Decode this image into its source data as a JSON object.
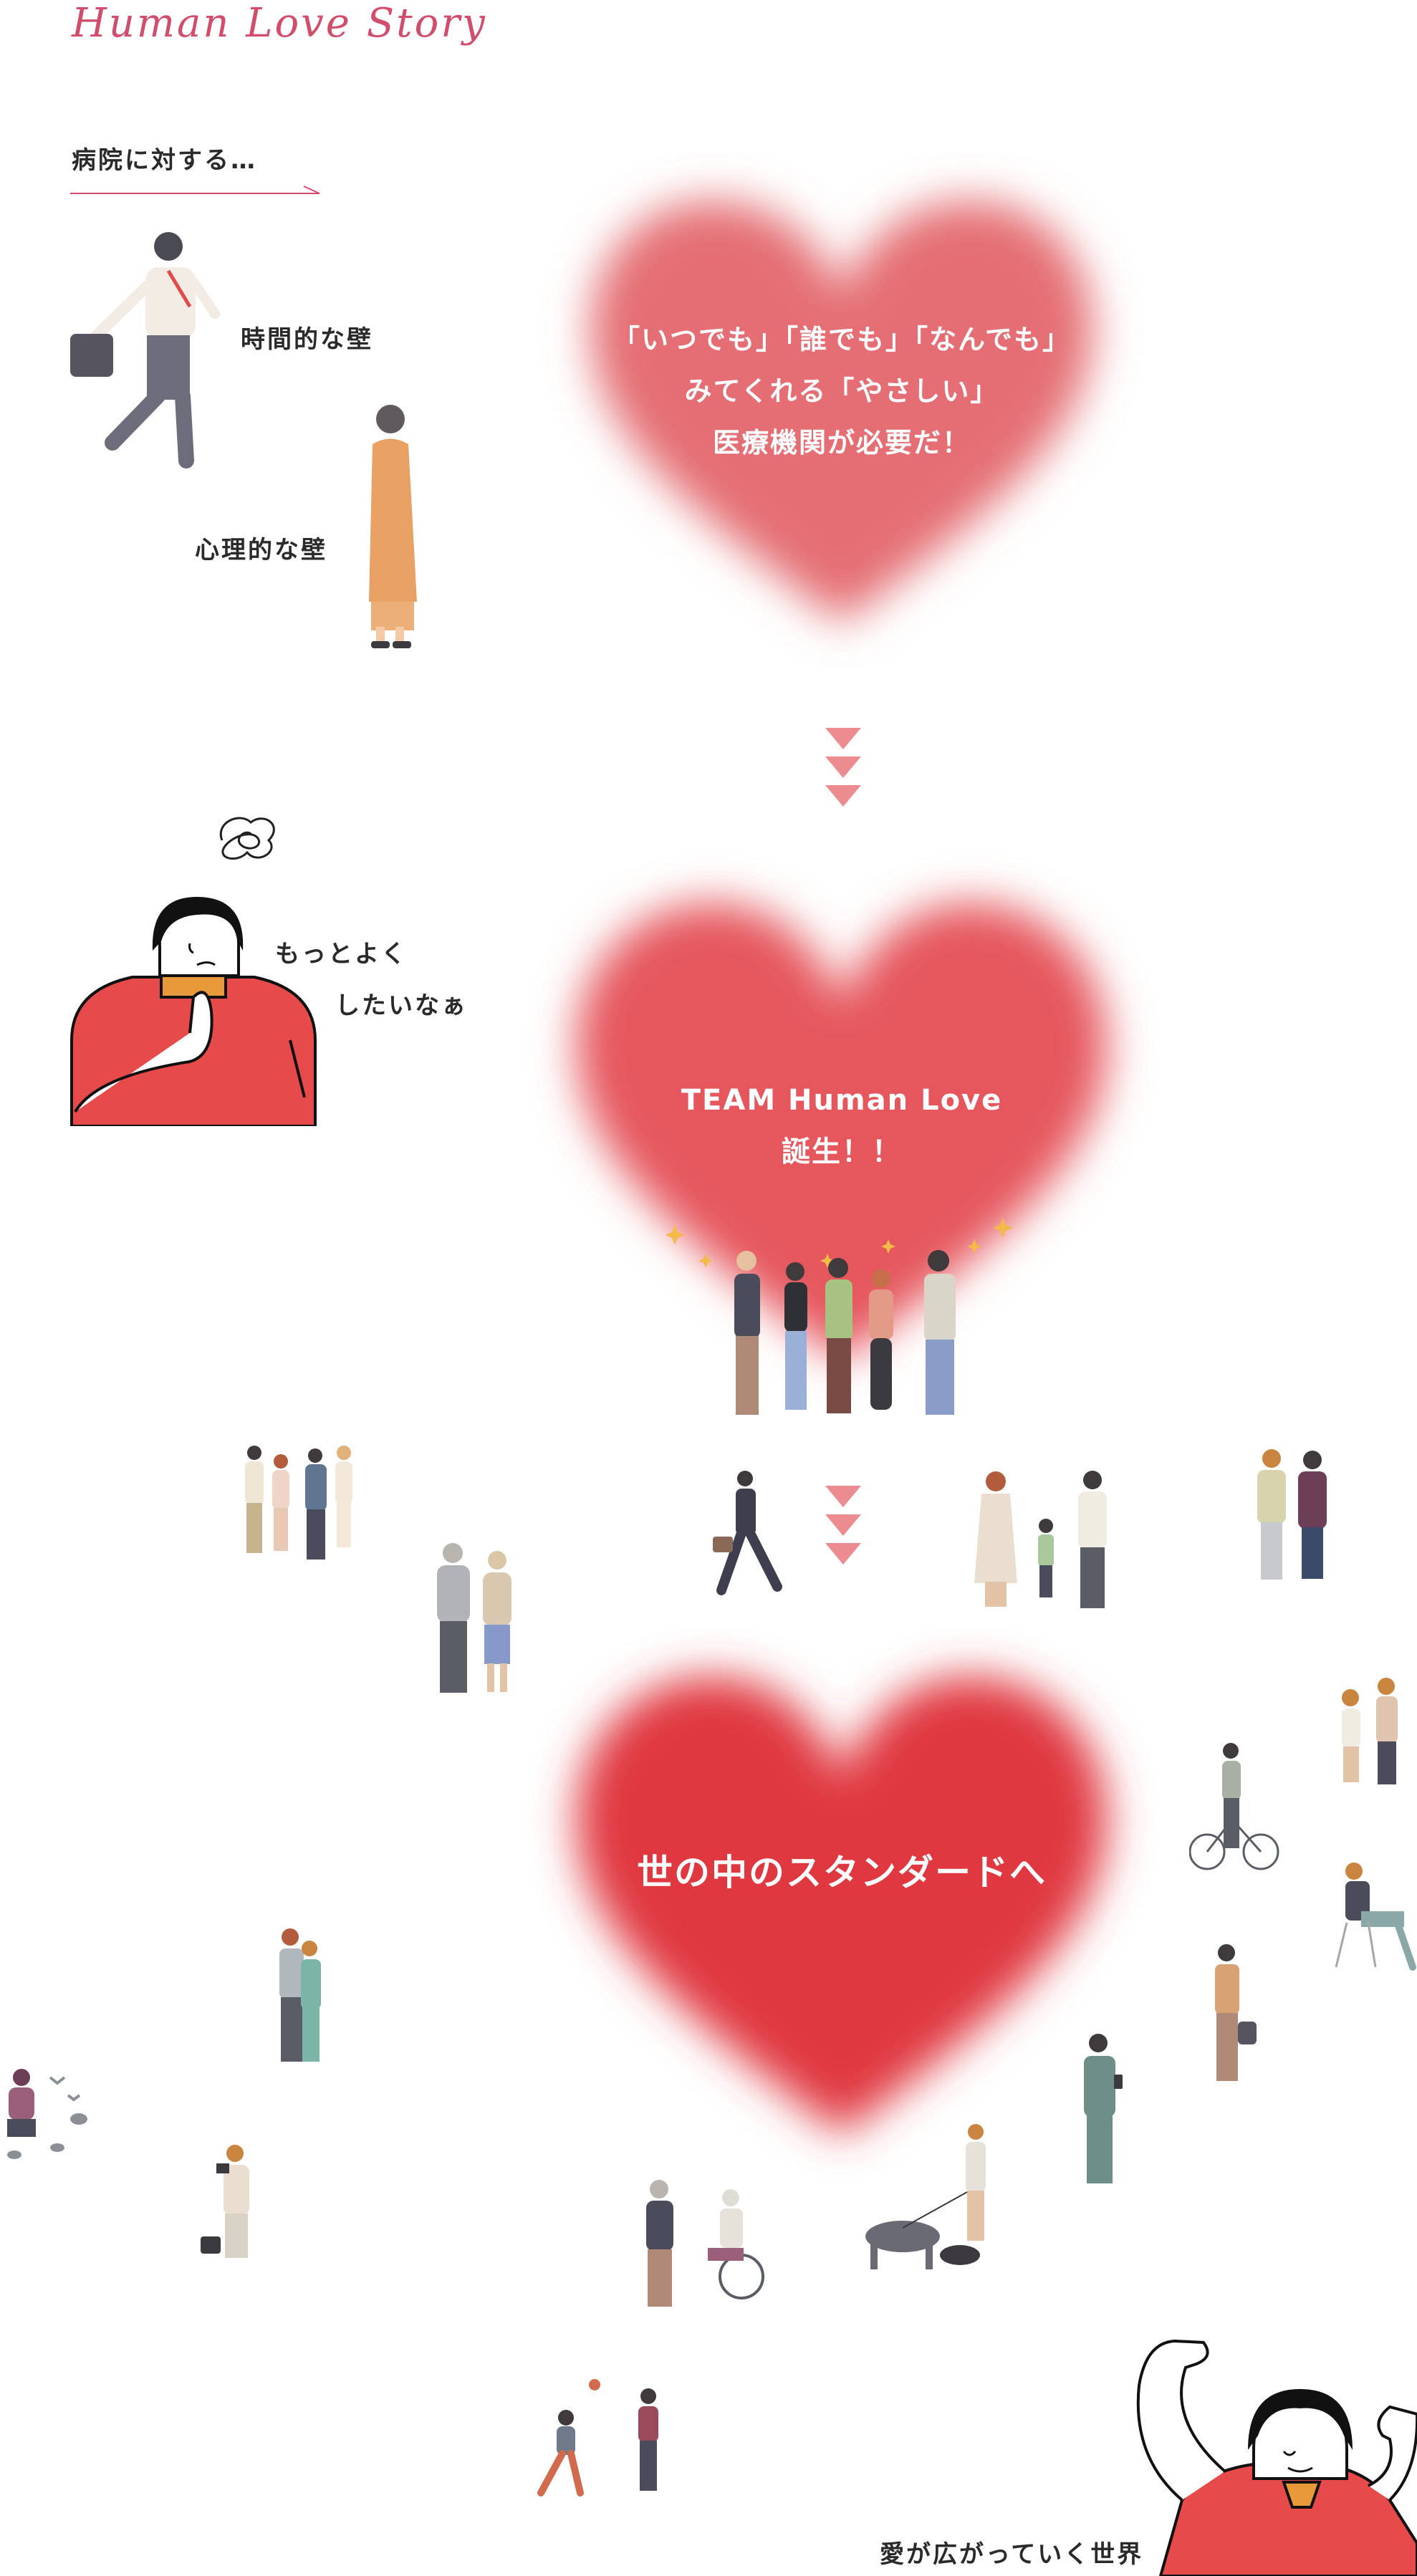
{
  "brand": "Human Love Story",
  "section": {
    "heading": "病院に対する…"
  },
  "walls": {
    "time": "時間的な壁",
    "mind": "心理的な壁"
  },
  "heart1": {
    "line1": "「いつでも」「誰でも」「なんでも」",
    "line2": "みてくれる「やさしい」",
    "line3": "医療機関が必要だ！"
  },
  "thought": {
    "line1": "もっとよく",
    "line2": "したいなぁ"
  },
  "heart2": {
    "line1": "TEAM Human Love",
    "line2": "誕生！！"
  },
  "heart3": {
    "text": "世の中のスタンダードへ"
  },
  "footer": {
    "caption": "愛が広がっていく世界"
  },
  "colors": {
    "brand": "#d24c6c",
    "heart1": "#e46e73",
    "heart2": "#e5565d",
    "heart3": "#e0393f",
    "arrow": "#ec8b90"
  }
}
